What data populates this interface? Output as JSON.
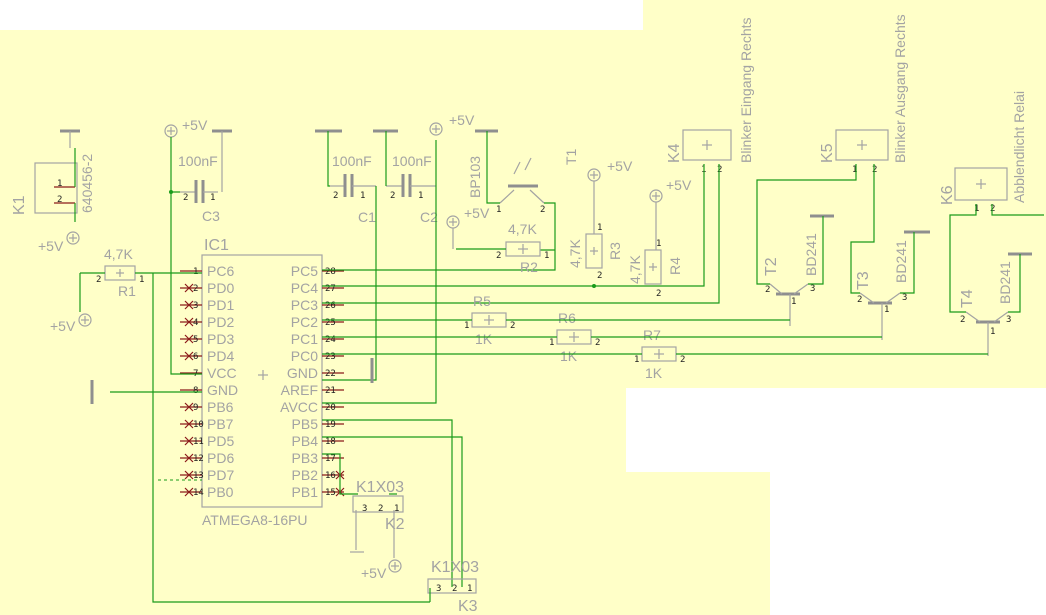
{
  "colors": {
    "background": "#ffffc8",
    "net": "#1a9b1a",
    "symbol": "#a3a3a3",
    "pin": "#8b1a1a"
  },
  "mcu": {
    "name": "IC1",
    "value": "ATMEGA8-16PU",
    "left_pins": [
      {
        "label": "PC6",
        "num": "1"
      },
      {
        "label": "PD0",
        "num": "2"
      },
      {
        "label": "PD1",
        "num": "3"
      },
      {
        "label": "PD2",
        "num": "4"
      },
      {
        "label": "PD3",
        "num": "5"
      },
      {
        "label": "PD4",
        "num": "6"
      },
      {
        "label": "VCC",
        "num": "7"
      },
      {
        "label": "GND",
        "num": "8"
      },
      {
        "label": "PB6",
        "num": "9"
      },
      {
        "label": "PB7",
        "num": "10"
      },
      {
        "label": "PD5",
        "num": "11"
      },
      {
        "label": "PD6",
        "num": "12"
      },
      {
        "label": "PD7",
        "num": "13"
      },
      {
        "label": "PB0",
        "num": "14"
      }
    ],
    "right_pins": [
      {
        "label": "PC5",
        "num": "28"
      },
      {
        "label": "PC4",
        "num": "27"
      },
      {
        "label": "PC3",
        "num": "26"
      },
      {
        "label": "PC2",
        "num": "25"
      },
      {
        "label": "PC1",
        "num": "24"
      },
      {
        "label": "PC0",
        "num": "23"
      },
      {
        "label": "GND",
        "num": "22"
      },
      {
        "label": "AREF",
        "num": "21"
      },
      {
        "label": "AVCC",
        "num": "20"
      },
      {
        "label": "PB5",
        "num": "19"
      },
      {
        "label": "PB4",
        "num": "18"
      },
      {
        "label": "PB3",
        "num": "17"
      },
      {
        "label": "PB2",
        "num": "16"
      },
      {
        "label": "PB1",
        "num": "15"
      }
    ]
  },
  "parts": {
    "k1": {
      "name": "K1",
      "value": "640456-2",
      "p1": "1",
      "p2": "2"
    },
    "c3": {
      "name": "C3",
      "value": "100nF"
    },
    "c1": {
      "name": "C1",
      "value": "100nF"
    },
    "c2": {
      "name": "C2",
      "value": "100nF"
    },
    "r1": {
      "name": "R1",
      "value": "4,7K"
    },
    "r2": {
      "name": "R2",
      "value": "4,7K"
    },
    "r3": {
      "name": "R3",
      "value": "4,7K"
    },
    "r4": {
      "name": "R4",
      "value": "4,7K"
    },
    "r5": {
      "name": "R5",
      "value": "1K"
    },
    "r6": {
      "name": "R6",
      "value": "1K"
    },
    "r7": {
      "name": "R7",
      "value": "1K"
    },
    "bp": {
      "name": "T1",
      "value": "BP103"
    },
    "k2": {
      "name": "K2",
      "value": "K1X03"
    },
    "k3": {
      "name": "K3",
      "value": "K1X03"
    },
    "k4": {
      "name": "K4",
      "value": "Blinker Eingang Rechts"
    },
    "k5": {
      "name": "K5",
      "value": "Blinker Ausgang Rechts"
    },
    "k6": {
      "name": "K6",
      "value": "Abblendlicht Relai"
    },
    "t2": {
      "name": "T2",
      "value": "BD241"
    },
    "t3": {
      "name": "T3",
      "value": "BD241"
    },
    "t4": {
      "name": "T4",
      "value": "BD241"
    }
  },
  "supply": {
    "plus5v": "+5V"
  },
  "pin_numbers": {
    "n1": "1",
    "n2": "2",
    "n3": "3"
  }
}
